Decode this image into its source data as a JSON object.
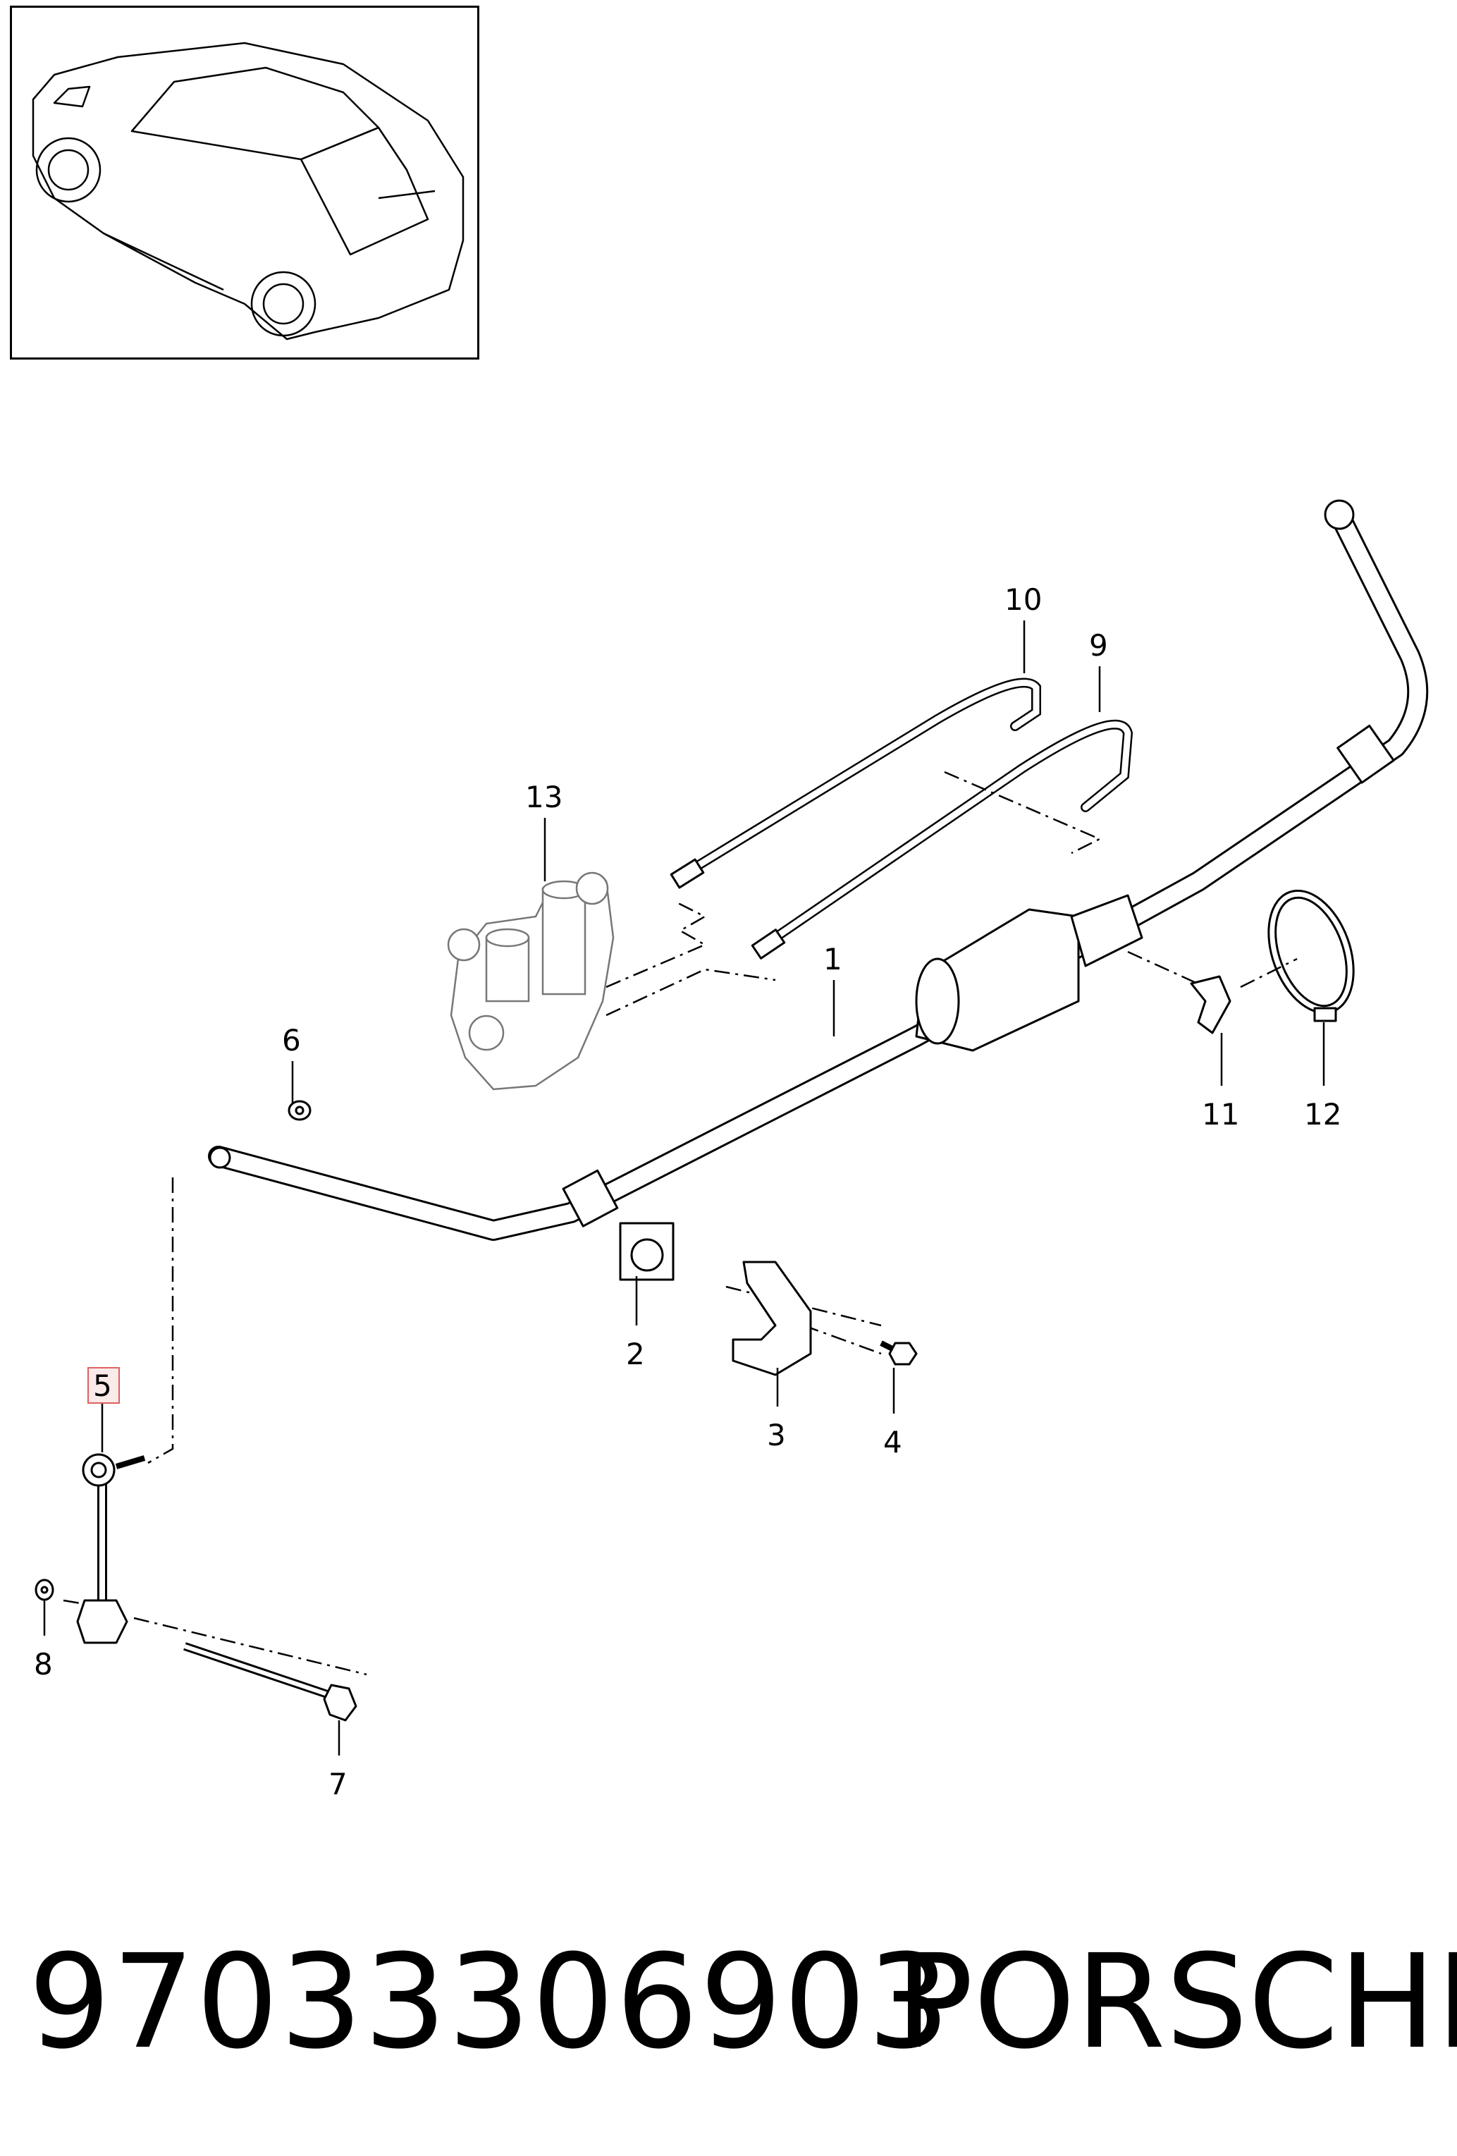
{
  "callouts": {
    "c1": "1",
    "c2": "2",
    "c3": "3",
    "c4": "4",
    "c5": "5",
    "c6": "6",
    "c7": "7",
    "c8": "8",
    "c9": "9",
    "c10": "10",
    "c11": "11",
    "c12": "12",
    "c13": "13"
  },
  "highlight_color": "#e06060",
  "footer": {
    "part_number": "97033306903",
    "brand": "PORSCHE"
  }
}
